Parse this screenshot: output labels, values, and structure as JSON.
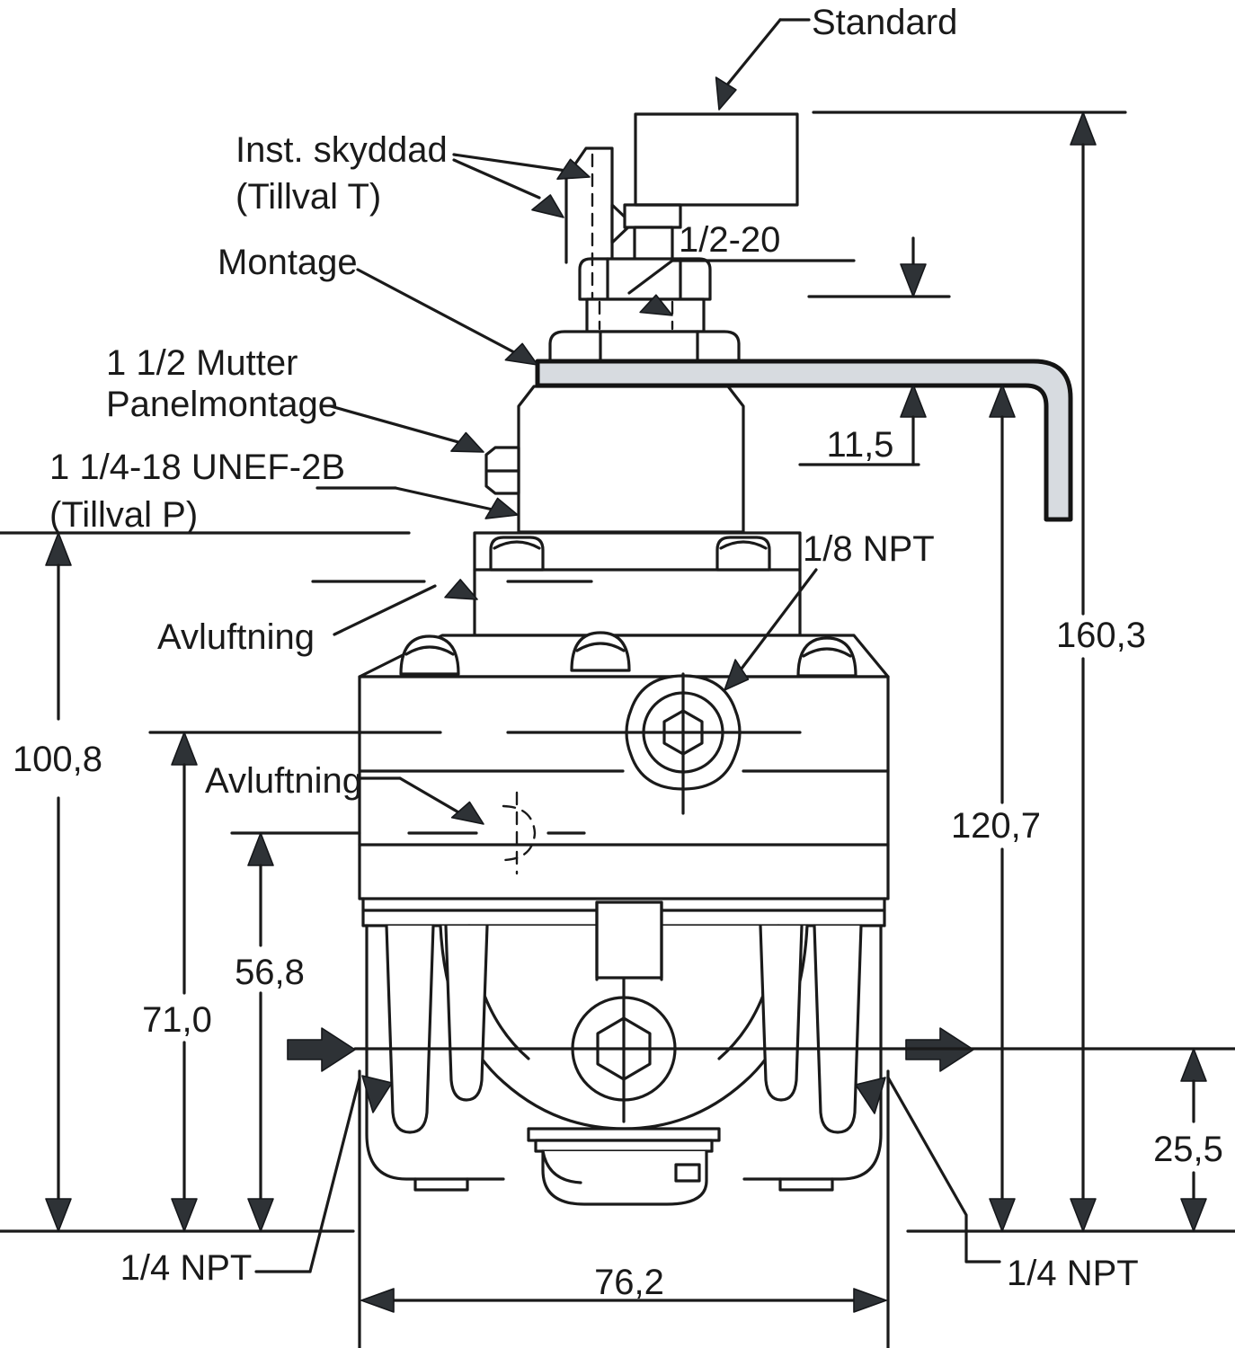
{
  "drawing": {
    "title": "Pressure regulator dimensional drawing",
    "labels": {
      "standard": "Standard",
      "inst_skyddad_1": "Inst. skyddad",
      "inst_skyddad_2": "(Tillval T)",
      "montage": "Montage",
      "mutter_1": "1 1/2 Mutter",
      "mutter_2": "Panelmontage",
      "unef_1": "1 1/4-18 UNEF-2B",
      "unef_2": "(Tillval P)",
      "avluftning_upper": "Avluftning",
      "avluftning_lower": "Avluftning",
      "thread_spindle": "1/2-20",
      "port_gauge": "1/8 NPT",
      "port_inlet": "1/4 NPT",
      "port_outlet": "1/4 NPT"
    },
    "dimensions": {
      "overall_height": "160,3",
      "bracket_to_base": "120,7",
      "bonnet_to_base": "100,8",
      "inlet_center_height": "71,0",
      "vent_center_height": "56,8",
      "outlet_center_to_base": "25,5",
      "panel_offset": "11,5",
      "body_width": "76,2"
    }
  }
}
